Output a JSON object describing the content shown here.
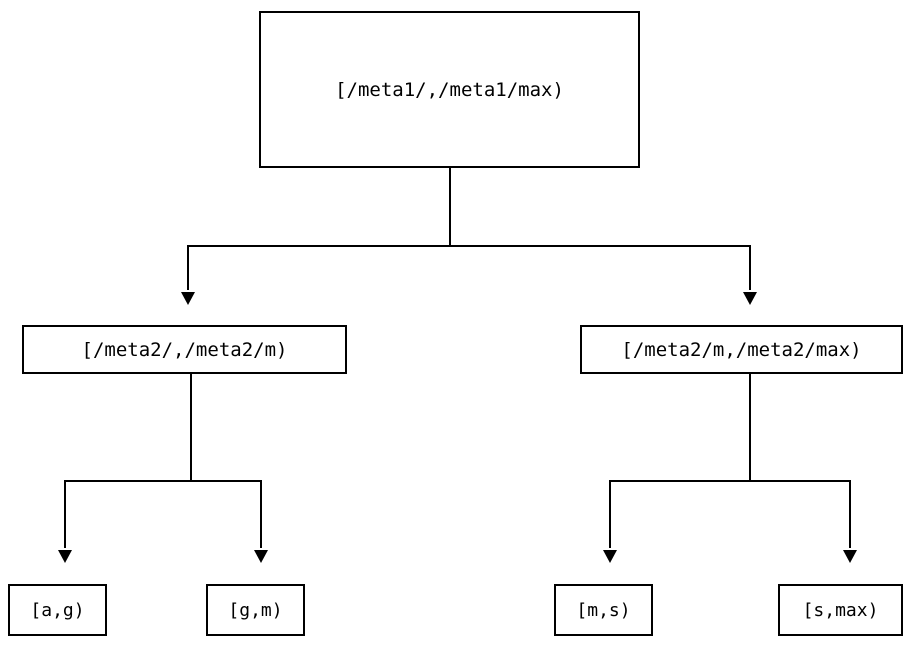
{
  "diagram": {
    "type": "tree",
    "title": "",
    "root": {
      "label": "[/meta1/,/meta1/max)"
    },
    "level2": [
      {
        "label": "[/meta2/,/meta2/m)"
      },
      {
        "label": "[/meta2/m,/meta2/max)"
      }
    ],
    "leaves": [
      {
        "label": "[a,g)"
      },
      {
        "label": "[g,m)"
      },
      {
        "label": "[m,s)"
      },
      {
        "label": "[s,max)"
      }
    ],
    "style": {
      "line_color": "#000000",
      "box_border_color": "#000000",
      "background": "#ffffff",
      "text_color": "#000000",
      "arrowhead": "solid-triangle-down"
    }
  }
}
